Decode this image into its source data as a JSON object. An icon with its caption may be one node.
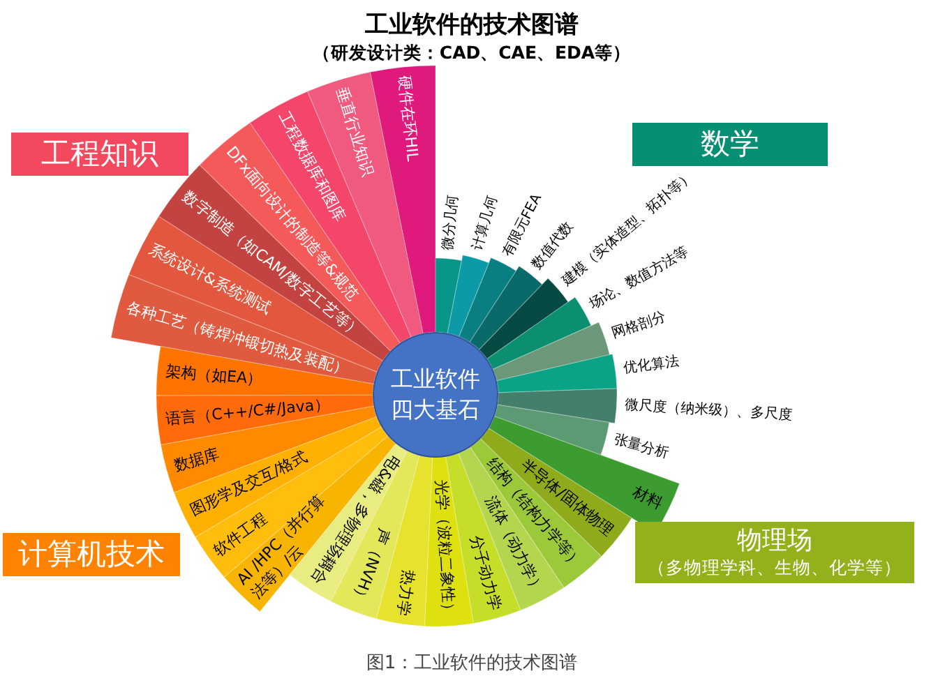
{
  "diagram": {
    "title": "工业软件的技术图谱",
    "caption": "图1：工业软件的技术图谱",
    "nodes": [
      {
        "text": [
          "工程知识"
        ]
      },
      {
        "text": [
          "各种工艺（铸焊冲锻切热及装配）"
        ]
      },
      {
        "text": [
          "系统设计&系统测试"
        ]
      },
      {
        "text": [
          "数字制造（如CAM/数字工艺等）"
        ]
      },
      {
        "text": [
          "DFx面向设计的制造等&规范"
        ]
      },
      {
        "text": [
          "工程数据库和图库"
        ]
      },
      {
        "text": [
          "垂直行业知识"
        ]
      },
      {
        "text": [
          "硬件在环HIL"
        ]
      },
      {
        "text": [
          "数学"
        ]
      },
      {
        "text": [
          "微分几何"
        ]
      },
      {
        "text": [
          "计算几何"
        ]
      },
      {
        "text": [
          "有限元FEA"
        ]
      },
      {
        "text": [
          "数值代数"
        ]
      },
      {
        "text": [
          "建模（实体造型、拓扑等）"
        ]
      },
      {
        "text": [
          "场论、数值方法等"
        ]
      },
      {
        "text": [
          "网格剖分"
        ]
      },
      {
        "text": [
          "优化算法"
        ]
      },
      {
        "text": [
          "微尺度（纳米级）、多尺度"
        ]
      },
      {
        "text": [
          "张量分析"
        ]
      },
      {
        "text": [
          "工业软件四大基石"
        ]
      },
      {
        "text": [
          "计算机技术"
        ]
      },
      {
        "text": [
          "架构（如EA）"
        ]
      },
      {
        "text": [
          "语言（C++/C#/Java）"
        ]
      },
      {
        "text": [
          "数据库"
        ]
      },
      {
        "text": [
          "图形学及交互/格式"
        ]
      },
      {
        "text": [
          "软件工程"
        ]
      },
      {
        "text": [
          "AI /HPC（并行算法等）/云"
        ]
      },
      {
        "text": [
          "物理场",
          "（多物理学科、生物、化学等）"
        ]
      },
      {
        "text": [
          "电&磁，多物理场耦合"
        ]
      },
      {
        "text": [
          "声（NVH）"
        ]
      },
      {
        "text": [
          "热力学"
        ]
      },
      {
        "text": [
          "光学（波粒二象性）"
        ]
      },
      {
        "text": [
          "分子动力学"
        ]
      },
      {
        "text": [
          "流体（动力学）"
        ]
      },
      {
        "text": [
          "结构（结构力学等）"
        ]
      },
      {
        "text": [
          "半导体/固体物理"
        ]
      },
      {
        "text": [
          "材料"
        ]
      }
    ],
    "edges": [],
    "labels": [
      "（研发设计类：CAD、CAE、EDA等）"
    ]
  }
}
